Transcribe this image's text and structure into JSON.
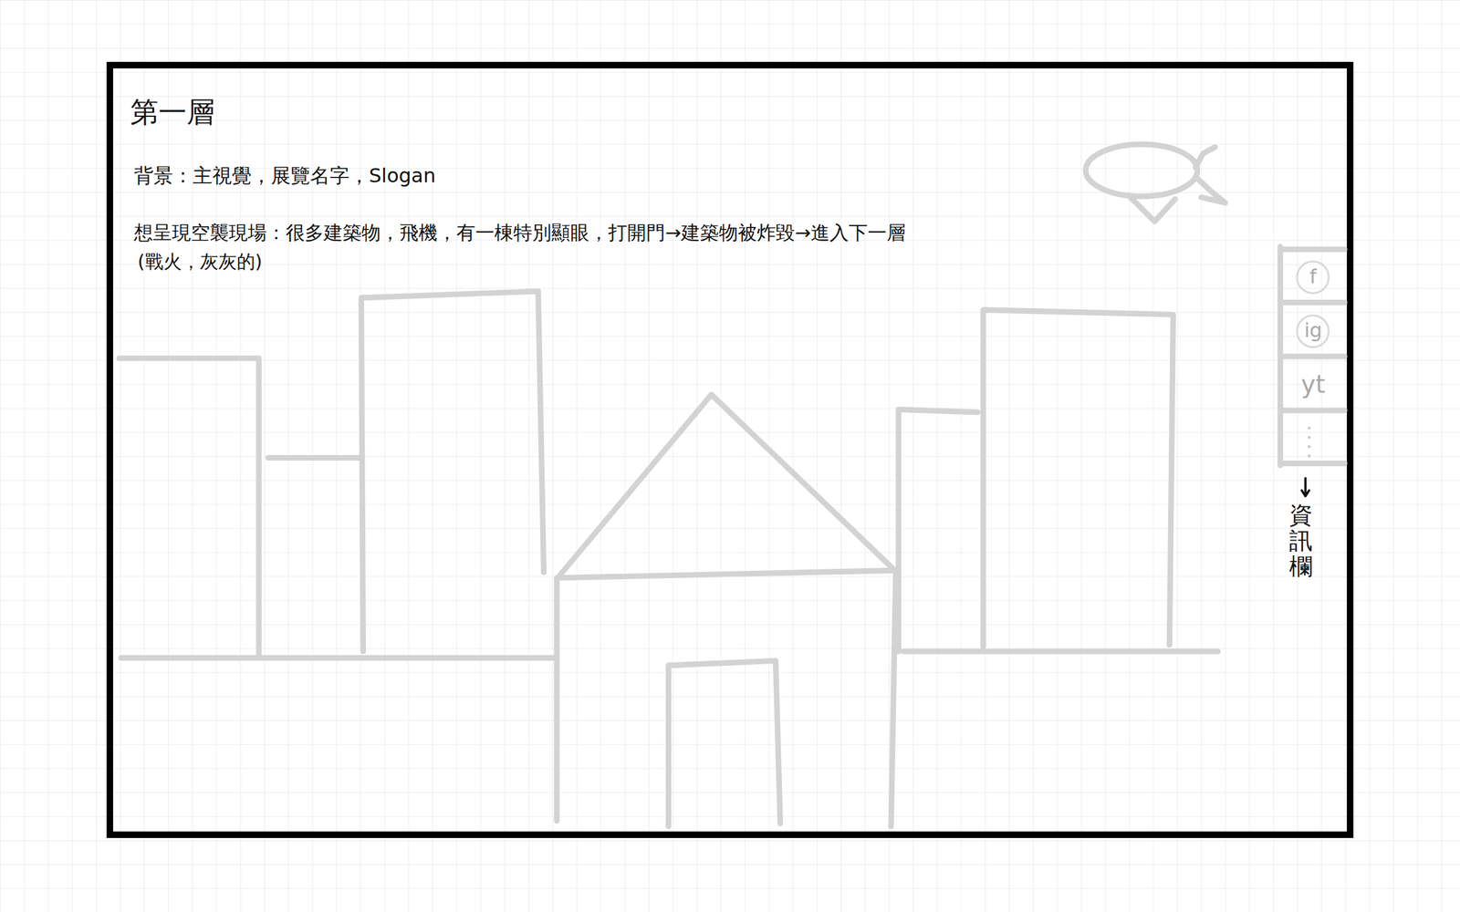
{
  "diagram": {
    "nodes": [
      {
        "text": [
          "f"
        ]
      },
      {
        "text": [
          "ig"
        ]
      },
      {
        "text": [
          "yt"
        ]
      }
    ],
    "labels": [
      "第一層",
      "背景：主視覺，展覽名字，Slogan",
      "想呈現空襲現場：很多建築物，飛機，有一棟特別顯眼，打開門→建築物被炸毀→進入下一層",
      "(戰火，灰灰的)",
      "資訊欄"
    ]
  }
}
